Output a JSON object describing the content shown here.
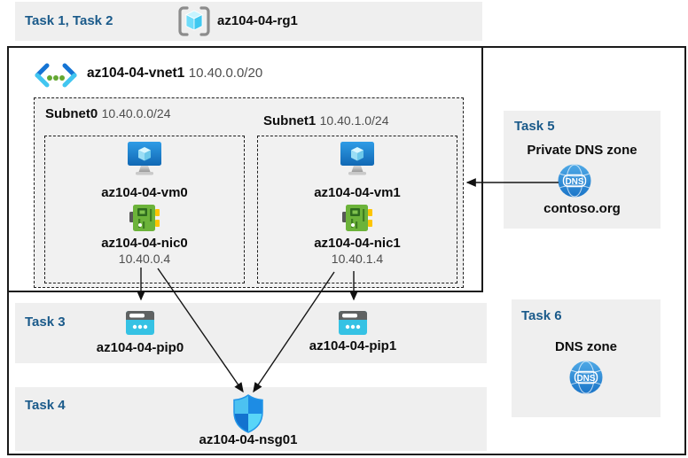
{
  "header": {
    "tasks_label": "Task 1, Task 2",
    "resource_group": "az104-04-rg1"
  },
  "vnet": {
    "name": "az104-04-vnet1",
    "cidr": "10.40.0.0/20",
    "subnets": [
      {
        "name": "Subnet0",
        "cidr": "10.40.0.0/24",
        "vm": "az104-04-vm0",
        "nic": "az104-04-nic0",
        "ip": "10.40.0.4"
      },
      {
        "name": "Subnet1",
        "cidr": "10.40.1.0/24",
        "vm": "az104-04-vm1",
        "nic": "az104-04-nic1",
        "ip": "10.40.1.4"
      }
    ]
  },
  "task3": {
    "label": "Task 3",
    "pip0": "az104-04-pip0",
    "pip1": "az104-04-pip1"
  },
  "task4": {
    "label": "Task 4",
    "nsg": "az104-04-nsg01"
  },
  "task5": {
    "label": "Task 5",
    "title": "Private DNS zone",
    "zone": "contoso.org"
  },
  "task6": {
    "label": "Task 6",
    "title": "DNS zone"
  },
  "icons": {
    "dns_text": "DNS"
  },
  "colors": {
    "task_label": "#1a5a8a",
    "band_background": "#efefef",
    "subnet_fill": "#f1f1f1",
    "muted_text": "#4d4d4d",
    "vm_blue": "#1a76c4",
    "nic_green": "#6cb33a",
    "pip_cyan": "#35c2e4",
    "dns_blue": "#2e8fd8",
    "shield_blue": "#1b86dd"
  }
}
